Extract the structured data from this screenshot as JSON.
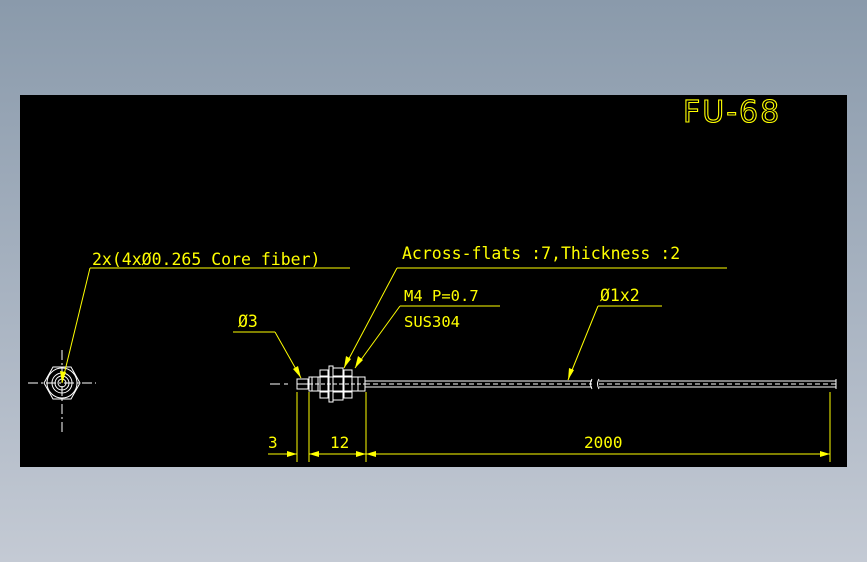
{
  "drawing": {
    "title": "FU-68",
    "labels": {
      "core_fiber": "2x(4xØ0.265 Core fiber)",
      "across_flats": "Across-flats :7,Thickness :2",
      "thread": "M4  P=0.7",
      "material": "SUS304",
      "sleeve_dia": "Ø3",
      "cable_dia": "Ø1x2"
    },
    "dimensions": {
      "sleeve_length": "3",
      "thread_length": "12",
      "cable_length": "2000"
    },
    "colors": {
      "background": "#000000",
      "annotation": "#ffff00",
      "geometry": "#ffffff"
    }
  }
}
